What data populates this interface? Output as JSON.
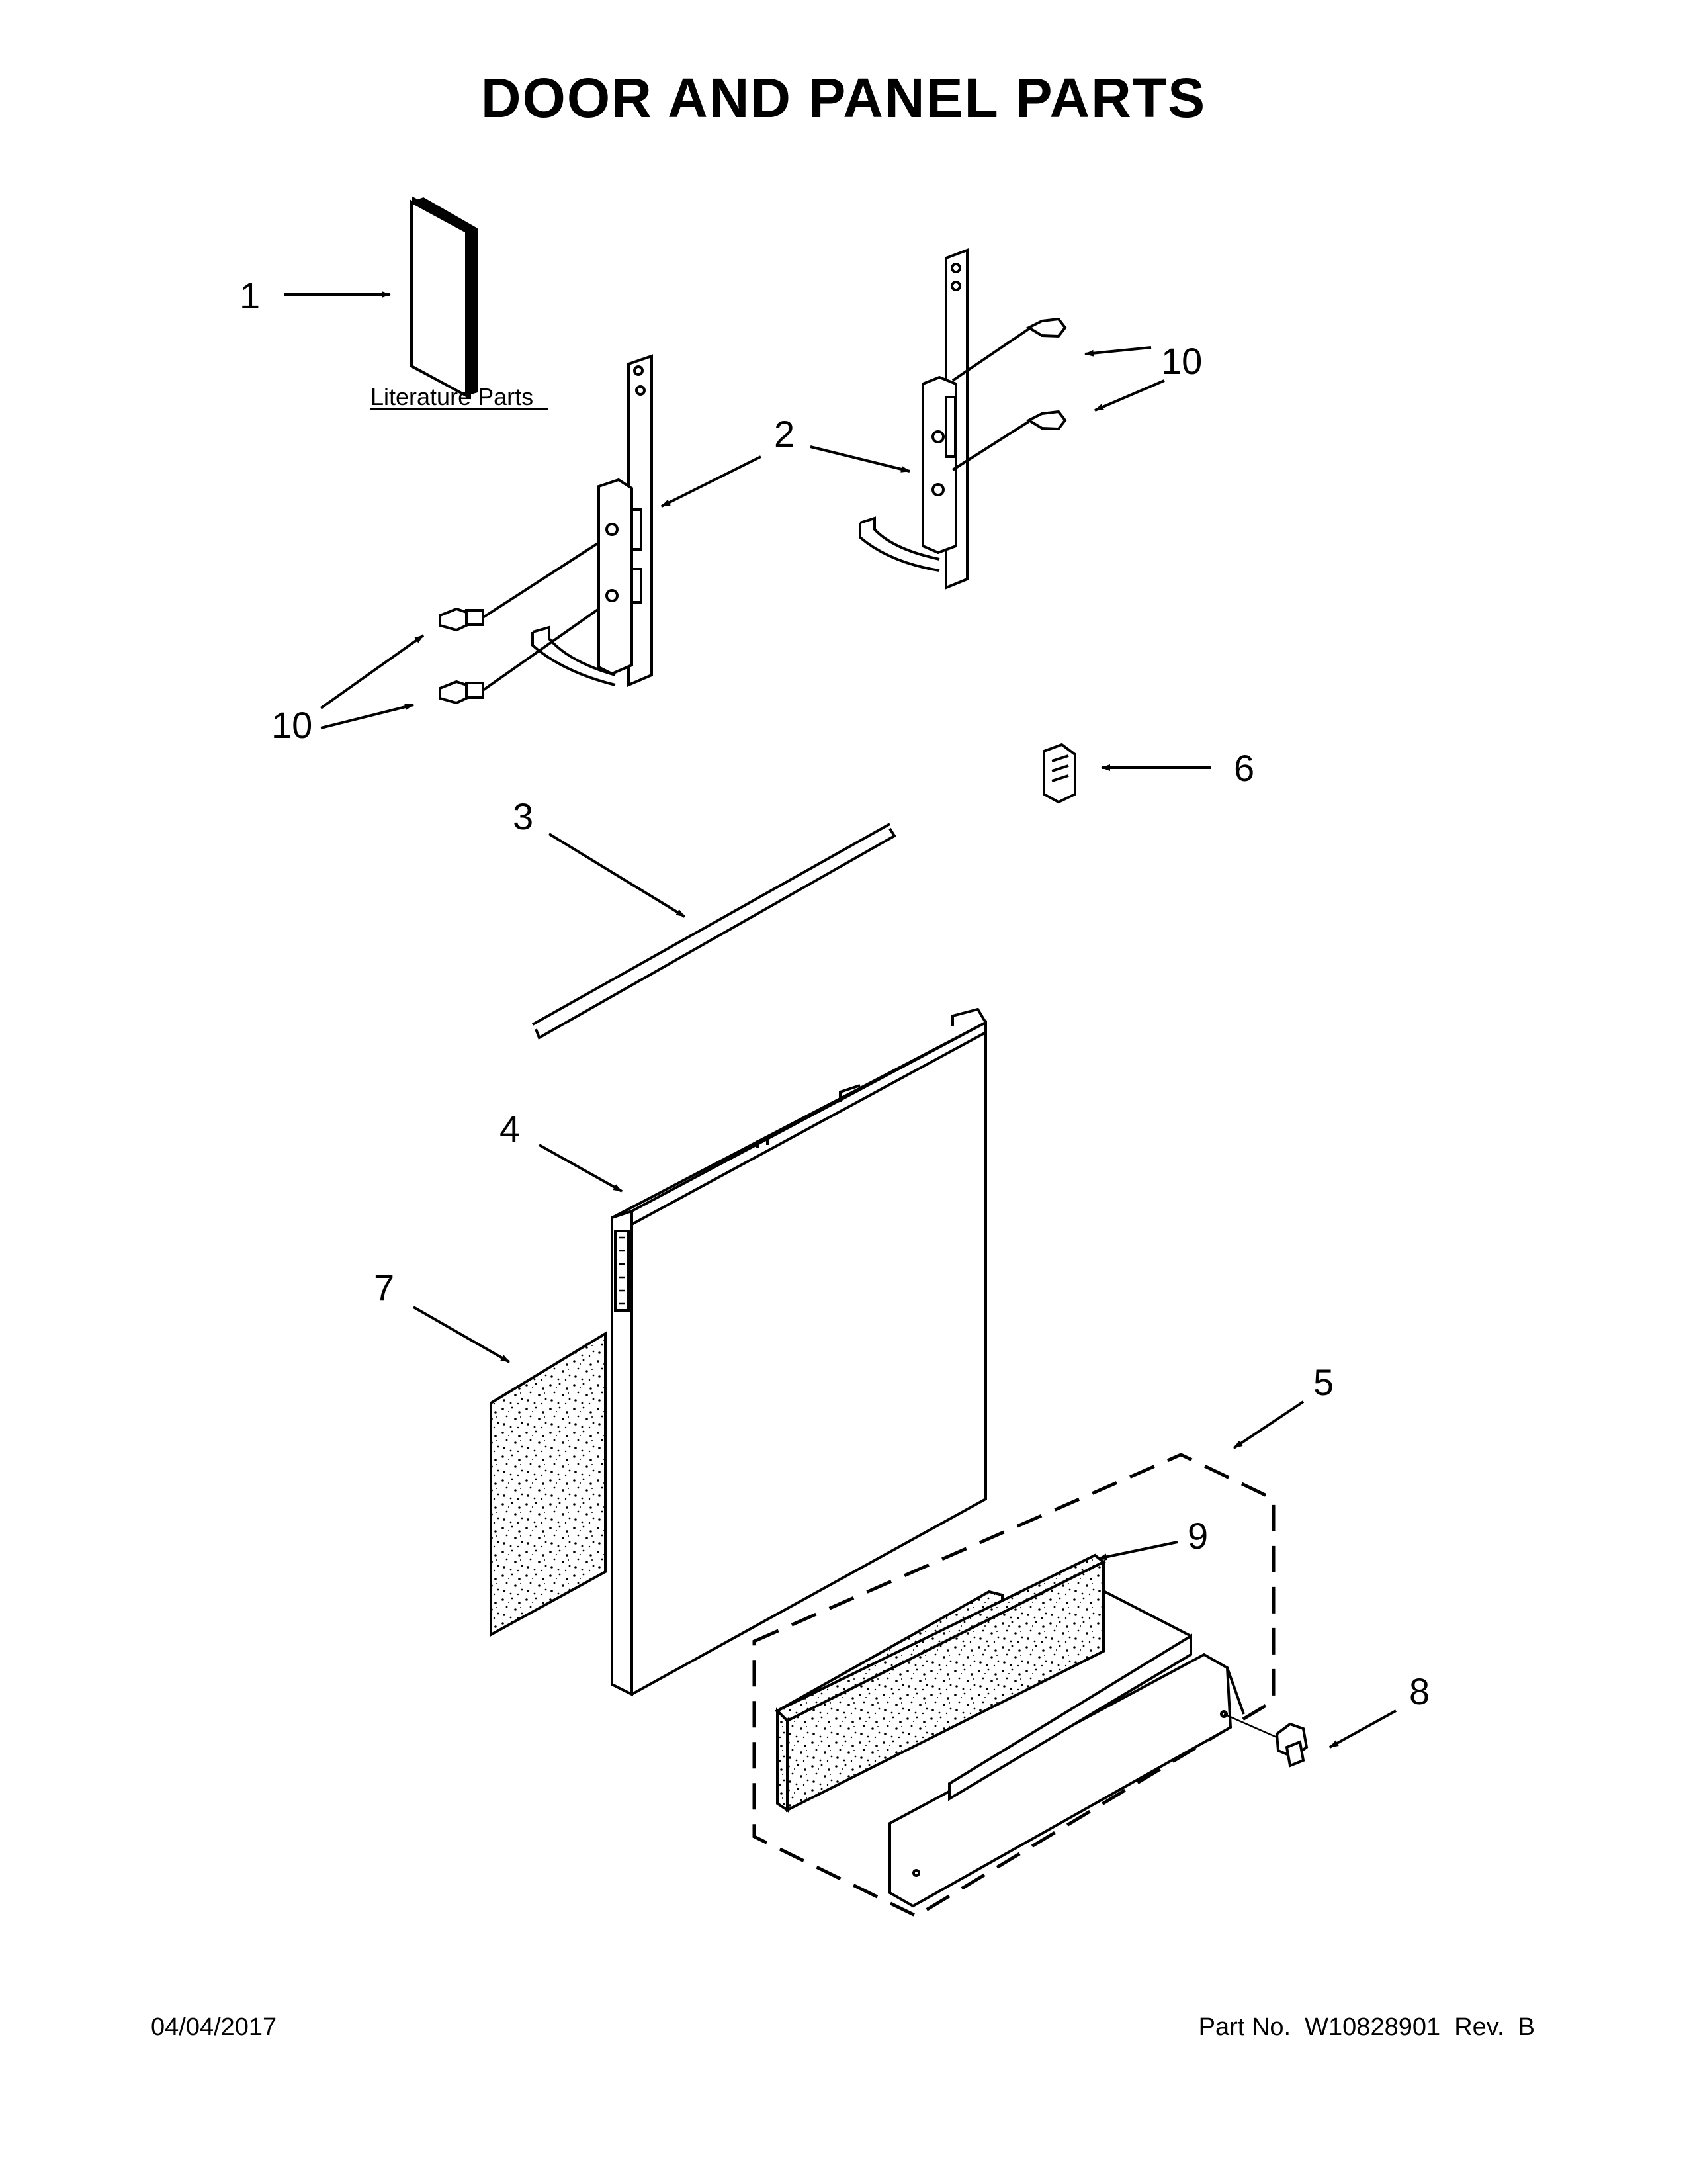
{
  "page": {
    "title": "DOOR AND PANEL PARTS",
    "date": "04/04/2017",
    "part_number": "Part No.  W10828901  Rev.  B"
  },
  "diagram": {
    "literature_label": "Literature Parts",
    "callouts": {
      "c1": "1",
      "c2": "2",
      "c3": "3",
      "c4": "4",
      "c5": "5",
      "c6": "6",
      "c7": "7",
      "c8": "8",
      "c9": "9",
      "c10a": "10",
      "c10b": "10"
    }
  }
}
